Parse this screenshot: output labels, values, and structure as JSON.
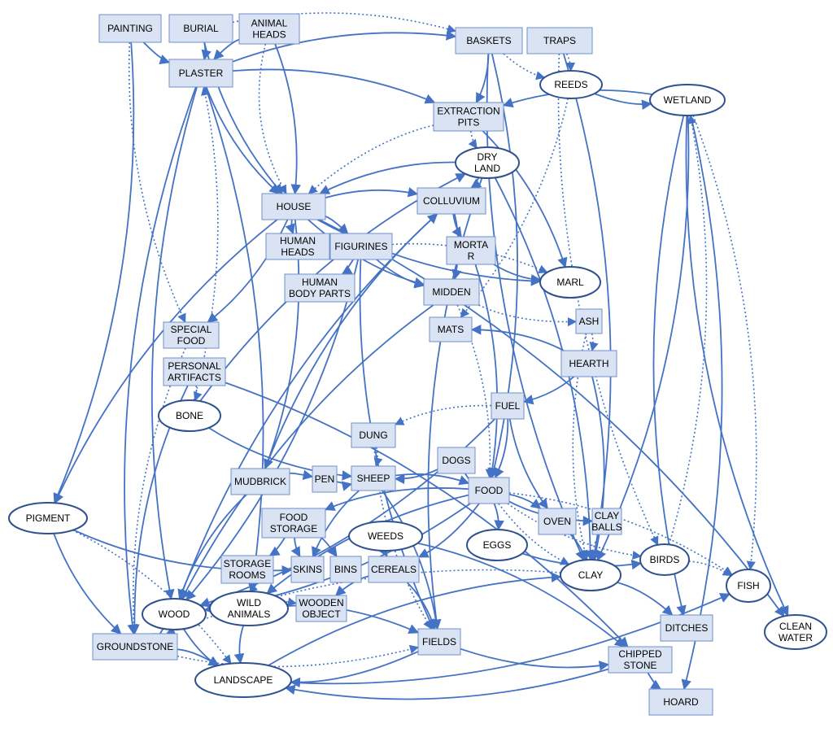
{
  "colors": {
    "edge": "#4472c4",
    "box_fill": "#dae3f3",
    "box_stroke": "#6f8fc8",
    "ellipse_stroke": "#2f528f"
  },
  "nodes": {
    "painting": {
      "label": [
        "PAINTING"
      ],
      "shape": "box"
    },
    "burial": {
      "label": [
        "BURIAL"
      ],
      "shape": "box"
    },
    "animal_heads": {
      "label": [
        "ANIMAL",
        "HEADS"
      ],
      "shape": "box"
    },
    "plaster": {
      "label": [
        "PLASTER"
      ],
      "shape": "box"
    },
    "baskets": {
      "label": [
        "BASKETS"
      ],
      "shape": "box"
    },
    "traps": {
      "label": [
        "TRAPS"
      ],
      "shape": "box"
    },
    "reeds": {
      "label": [
        "REEDS"
      ],
      "shape": "ellipse"
    },
    "wetland": {
      "label": [
        "WETLAND"
      ],
      "shape": "ellipse"
    },
    "extraction_pits": {
      "label": [
        "EXTRACTION",
        "PITS"
      ],
      "shape": "box"
    },
    "dry_land": {
      "label": [
        "DRY",
        "LAND"
      ],
      "shape": "ellipse"
    },
    "house": {
      "label": [
        "HOUSE"
      ],
      "shape": "box"
    },
    "colluvium": {
      "label": [
        "COLLUVIUM"
      ],
      "shape": "box"
    },
    "human_heads": {
      "label": [
        "HUMAN",
        "HEADS"
      ],
      "shape": "box"
    },
    "figurines": {
      "label": [
        "FIGURINES"
      ],
      "shape": "box"
    },
    "mortar": {
      "label": [
        "MORTA",
        "R"
      ],
      "shape": "box"
    },
    "marl": {
      "label": [
        "MARL"
      ],
      "shape": "ellipse"
    },
    "human_body_parts": {
      "label": [
        "HUMAN",
        "BODY PARTS"
      ],
      "shape": "box"
    },
    "midden": {
      "label": [
        "MIDDEN"
      ],
      "shape": "box"
    },
    "ash": {
      "label": [
        "ASH"
      ],
      "shape": "box"
    },
    "special_food": {
      "label": [
        "SPECIAL",
        "FOOD"
      ],
      "shape": "box"
    },
    "mats": {
      "label": [
        "MATS"
      ],
      "shape": "box"
    },
    "hearth": {
      "label": [
        "HEARTH"
      ],
      "shape": "box"
    },
    "personal_artifacts": {
      "label": [
        "PERSONAL",
        "ARTIFACTS"
      ],
      "shape": "box"
    },
    "fuel": {
      "label": [
        "FUEL"
      ],
      "shape": "box"
    },
    "bone": {
      "label": [
        "BONE"
      ],
      "shape": "ellipse"
    },
    "dung": {
      "label": [
        "DUNG"
      ],
      "shape": "box"
    },
    "dogs": {
      "label": [
        "DOGS"
      ],
      "shape": "box"
    },
    "mudbrick": {
      "label": [
        "MUDBRICK"
      ],
      "shape": "box"
    },
    "pen": {
      "label": [
        "PEN"
      ],
      "shape": "box"
    },
    "sheep": {
      "label": [
        "SHEEP"
      ],
      "shape": "box"
    },
    "food": {
      "label": [
        "FOOD"
      ],
      "shape": "box"
    },
    "pigment": {
      "label": [
        "PIGMENT"
      ],
      "shape": "ellipse"
    },
    "food_storage": {
      "label": [
        "FOOD",
        "STORAGE"
      ],
      "shape": "box"
    },
    "weeds": {
      "label": [
        "WEEDS"
      ],
      "shape": "ellipse"
    },
    "oven": {
      "label": [
        "OVEN"
      ],
      "shape": "box"
    },
    "clay_balls": {
      "label": [
        "CLAY",
        "BALLS"
      ],
      "shape": "box"
    },
    "eggs": {
      "label": [
        "EGGS"
      ],
      "shape": "ellipse"
    },
    "storage_rooms": {
      "label": [
        "STORAGE",
        "ROOMS"
      ],
      "shape": "box"
    },
    "skins": {
      "label": [
        "SKINS"
      ],
      "shape": "box"
    },
    "bins": {
      "label": [
        "BINS"
      ],
      "shape": "box"
    },
    "cereals": {
      "label": [
        "CEREALS"
      ],
      "shape": "box"
    },
    "birds": {
      "label": [
        "BIRDS"
      ],
      "shape": "ellipse"
    },
    "clay": {
      "label": [
        "CLAY"
      ],
      "shape": "ellipse"
    },
    "fish": {
      "label": [
        "FISH"
      ],
      "shape": "ellipse"
    },
    "wood": {
      "label": [
        "WOOD"
      ],
      "shape": "ellipse"
    },
    "wild_animals": {
      "label": [
        "WILD",
        "ANIMALS"
      ],
      "shape": "ellipse"
    },
    "wooden_object": {
      "label": [
        "WOODEN",
        "OBJECT"
      ],
      "shape": "box"
    },
    "ditches": {
      "label": [
        "DITCHES"
      ],
      "shape": "box"
    },
    "clean_water": {
      "label": [
        "CLEAN",
        "WATER"
      ],
      "shape": "ellipse"
    },
    "groundstone": {
      "label": [
        "GROUNDSTONE"
      ],
      "shape": "box"
    },
    "fields": {
      "label": [
        "FIELDS"
      ],
      "shape": "box"
    },
    "chipped_stone": {
      "label": [
        "CHIPPED",
        "STONE"
      ],
      "shape": "box"
    },
    "landscape": {
      "label": [
        "LANDSCAPE"
      ],
      "shape": "ellipse"
    },
    "hoard": {
      "label": [
        "HOARD"
      ],
      "shape": "box"
    }
  },
  "edges": [
    {
      "from": "painting",
      "to": "plaster",
      "style": "solid"
    },
    {
      "from": "painting",
      "to": "pigment",
      "style": "solid"
    },
    {
      "from": "painting",
      "to": "special_food",
      "style": "dotted"
    },
    {
      "from": "burial",
      "to": "plaster",
      "style": "solid"
    },
    {
      "from": "burial",
      "to": "house",
      "style": "solid"
    },
    {
      "from": "burial",
      "to": "baskets",
      "style": "dotted"
    },
    {
      "from": "animal_heads",
      "to": "plaster",
      "style": "solid"
    },
    {
      "from": "animal_heads",
      "to": "house",
      "style": "solid"
    },
    {
      "from": "animal_heads",
      "to": "house",
      "style": "dotted"
    },
    {
      "from": "plaster",
      "to": "baskets",
      "style": "solid"
    },
    {
      "from": "plaster",
      "to": "house",
      "style": "solid"
    },
    {
      "from": "plaster",
      "to": "extraction_pits",
      "style": "solid"
    },
    {
      "from": "plaster",
      "to": "wood",
      "style": "solid"
    },
    {
      "from": "plaster",
      "to": "wild_animals",
      "style": "solid"
    },
    {
      "from": "plaster",
      "to": "groundstone",
      "style": "solid"
    },
    {
      "from": "baskets",
      "to": "extraction_pits",
      "style": "solid"
    },
    {
      "from": "baskets",
      "to": "reeds",
      "style": "dotted"
    },
    {
      "from": "baskets",
      "to": "food",
      "style": "solid"
    },
    {
      "from": "baskets",
      "to": "clay",
      "style": "solid"
    },
    {
      "from": "traps",
      "to": "reeds",
      "style": "dotted"
    },
    {
      "from": "traps",
      "to": "birds",
      "style": "dotted"
    },
    {
      "from": "traps",
      "to": "clay",
      "style": "solid"
    },
    {
      "from": "reeds",
      "to": "wetland",
      "style": "solid"
    },
    {
      "from": "reeds",
      "to": "mats",
      "style": "dotted"
    },
    {
      "from": "wetland",
      "to": "extraction_pits",
      "style": "solid"
    },
    {
      "from": "wetland",
      "to": "fish",
      "style": "dotted"
    },
    {
      "from": "wetland",
      "to": "clean_water",
      "style": "solid"
    },
    {
      "from": "wetland",
      "to": "hoard",
      "style": "solid"
    },
    {
      "from": "wetland",
      "to": "ditches",
      "style": "solid"
    },
    {
      "from": "wetland",
      "to": "clay",
      "style": "solid"
    },
    {
      "from": "extraction_pits",
      "to": "dry_land",
      "style": "dotted"
    },
    {
      "from": "extraction_pits",
      "to": "marl",
      "style": "solid"
    },
    {
      "from": "extraction_pits",
      "to": "house",
      "style": "dotted"
    },
    {
      "from": "dry_land",
      "to": "colluvium",
      "style": "solid"
    },
    {
      "from": "dry_land",
      "to": "house",
      "style": "solid"
    },
    {
      "from": "dry_land",
      "to": "clay",
      "style": "solid"
    },
    {
      "from": "dry_land",
      "to": "fields",
      "style": "solid"
    },
    {
      "from": "house",
      "to": "colluvium",
      "style": "solid"
    },
    {
      "from": "house",
      "to": "human_heads",
      "style": "solid"
    },
    {
      "from": "house",
      "to": "figurines",
      "style": "solid"
    },
    {
      "from": "house",
      "to": "midden",
      "style": "solid"
    },
    {
      "from": "house",
      "to": "mudbrick",
      "style": "solid"
    },
    {
      "from": "house",
      "to": "pigment",
      "style": "solid"
    },
    {
      "from": "house",
      "to": "special_food",
      "style": "solid"
    },
    {
      "from": "house",
      "to": "marl",
      "style": "solid"
    },
    {
      "from": "house",
      "to": "clean_water",
      "style": "solid"
    },
    {
      "from": "colluvium",
      "to": "mortar",
      "style": "solid"
    },
    {
      "from": "colluvium",
      "to": "midden",
      "style": "solid"
    },
    {
      "from": "colluvium",
      "to": "wood",
      "style": "solid"
    },
    {
      "from": "figurines",
      "to": "human_body_parts",
      "style": "solid"
    },
    {
      "from": "figurines",
      "to": "midden",
      "style": "solid"
    },
    {
      "from": "figurines",
      "to": "marl",
      "style": "dotted"
    },
    {
      "from": "figurines",
      "to": "fields",
      "style": "solid"
    },
    {
      "from": "figurines",
      "to": "wood",
      "style": "solid"
    },
    {
      "from": "mortar",
      "to": "marl",
      "style": "solid"
    },
    {
      "from": "mortar",
      "to": "food",
      "style": "solid"
    },
    {
      "from": "midden",
      "to": "ash",
      "style": "dotted"
    },
    {
      "from": "midden",
      "to": "food",
      "style": "dotted"
    },
    {
      "from": "midden",
      "to": "wood",
      "style": "solid"
    },
    {
      "from": "ash",
      "to": "hearth",
      "style": "dotted"
    },
    {
      "from": "ash",
      "to": "clay",
      "style": "dotted"
    },
    {
      "from": "hearth",
      "to": "fuel",
      "style": "solid"
    },
    {
      "from": "hearth",
      "to": "mats",
      "style": "solid"
    },
    {
      "from": "hearth",
      "to": "clay",
      "style": "solid"
    },
    {
      "from": "special_food",
      "to": "groundstone",
      "style": "dotted"
    },
    {
      "from": "personal_artifacts",
      "to": "bone",
      "style": "dotted"
    },
    {
      "from": "personal_artifacts",
      "to": "groundstone",
      "style": "solid"
    },
    {
      "from": "personal_artifacts",
      "to": "chipped_stone",
      "style": "solid"
    },
    {
      "from": "fuel",
      "to": "dung",
      "style": "dotted"
    },
    {
      "from": "fuel",
      "to": "food",
      "style": "solid"
    },
    {
      "from": "fuel",
      "to": "oven",
      "style": "solid"
    },
    {
      "from": "fuel",
      "to": "wood",
      "style": "solid"
    },
    {
      "from": "bone",
      "to": "sheep",
      "style": "solid"
    },
    {
      "from": "bone",
      "to": "dry_land",
      "style": "solid"
    },
    {
      "from": "bone",
      "to": "plaster",
      "style": "dotted"
    },
    {
      "from": "dung",
      "to": "sheep",
      "style": "dotted"
    },
    {
      "from": "dung",
      "to": "fields",
      "style": "dotted"
    },
    {
      "from": "dogs",
      "to": "sheep",
      "style": "solid"
    },
    {
      "from": "dogs",
      "to": "food",
      "style": "solid"
    },
    {
      "from": "mudbrick",
      "to": "pen",
      "style": "solid"
    },
    {
      "from": "mudbrick",
      "to": "wood",
      "style": "solid"
    },
    {
      "from": "mudbrick",
      "to": "colluvium",
      "style": "solid"
    },
    {
      "from": "pen",
      "to": "sheep",
      "style": "solid"
    },
    {
      "from": "sheep",
      "to": "fields",
      "style": "solid"
    },
    {
      "from": "sheep",
      "to": "skins",
      "style": "solid"
    },
    {
      "from": "sheep",
      "to": "food",
      "style": "solid"
    },
    {
      "from": "food",
      "to": "food_storage",
      "style": "solid"
    },
    {
      "from": "food",
      "to": "oven",
      "style": "solid"
    },
    {
      "from": "food",
      "to": "clay_balls",
      "style": "solid"
    },
    {
      "from": "food",
      "to": "eggs",
      "style": "solid"
    },
    {
      "from": "food",
      "to": "birds",
      "style": "dotted"
    },
    {
      "from": "food",
      "to": "fish",
      "style": "dotted"
    },
    {
      "from": "food",
      "to": "clay",
      "style": "dotted"
    },
    {
      "from": "food",
      "to": "cereals",
      "style": "solid"
    },
    {
      "from": "food",
      "to": "wild_animals",
      "style": "solid"
    },
    {
      "from": "food",
      "to": "wood",
      "style": "solid"
    },
    {
      "from": "pigment",
      "to": "groundstone",
      "style": "solid"
    },
    {
      "from": "pigment",
      "to": "landscape",
      "style": "dotted"
    },
    {
      "from": "pigment",
      "to": "skins",
      "style": "solid"
    },
    {
      "from": "food_storage",
      "to": "storage_rooms",
      "style": "solid"
    },
    {
      "from": "food_storage",
      "to": "skins",
      "style": "solid"
    },
    {
      "from": "food_storage",
      "to": "bins",
      "style": "solid"
    },
    {
      "from": "weeds",
      "to": "cereals",
      "style": "solid"
    },
    {
      "from": "weeds",
      "to": "chipped_stone",
      "style": "solid"
    },
    {
      "from": "clay_balls",
      "to": "clay",
      "style": "dotted"
    },
    {
      "from": "oven",
      "to": "clay",
      "style": "solid"
    },
    {
      "from": "eggs",
      "to": "birds",
      "style": "solid"
    },
    {
      "from": "cereals",
      "to": "fields",
      "style": "solid"
    },
    {
      "from": "cereals",
      "to": "wooden_object",
      "style": "solid"
    },
    {
      "from": "birds",
      "to": "fish",
      "style": "dotted"
    },
    {
      "from": "birds",
      "to": "wetland",
      "style": "dotted"
    },
    {
      "from": "clay",
      "to": "ditches",
      "style": "solid"
    },
    {
      "from": "clay",
      "to": "groundstone",
      "style": "dotted"
    },
    {
      "from": "wood",
      "to": "groundstone",
      "style": "solid"
    },
    {
      "from": "wood",
      "to": "landscape",
      "style": "solid"
    },
    {
      "from": "wood",
      "to": "wooden_object",
      "style": "dotted"
    },
    {
      "from": "wild_animals",
      "to": "landscape",
      "style": "solid"
    },
    {
      "from": "wild_animals",
      "to": "fields",
      "style": "solid"
    },
    {
      "from": "wild_animals",
      "to": "storage_rooms",
      "style": "dotted"
    },
    {
      "from": "groundstone",
      "to": "landscape",
      "style": "solid"
    },
    {
      "from": "groundstone",
      "to": "fields",
      "style": "dotted"
    },
    {
      "from": "fields",
      "to": "landscape",
      "style": "solid"
    },
    {
      "from": "fields",
      "to": "chipped_stone",
      "style": "solid"
    },
    {
      "from": "chipped_stone",
      "to": "landscape",
      "style": "solid"
    },
    {
      "from": "chipped_stone",
      "to": "hoard",
      "style": "solid"
    },
    {
      "from": "landscape",
      "to": "clay",
      "style": "solid"
    },
    {
      "from": "landscape",
      "to": "fish",
      "style": "solid"
    }
  ]
}
